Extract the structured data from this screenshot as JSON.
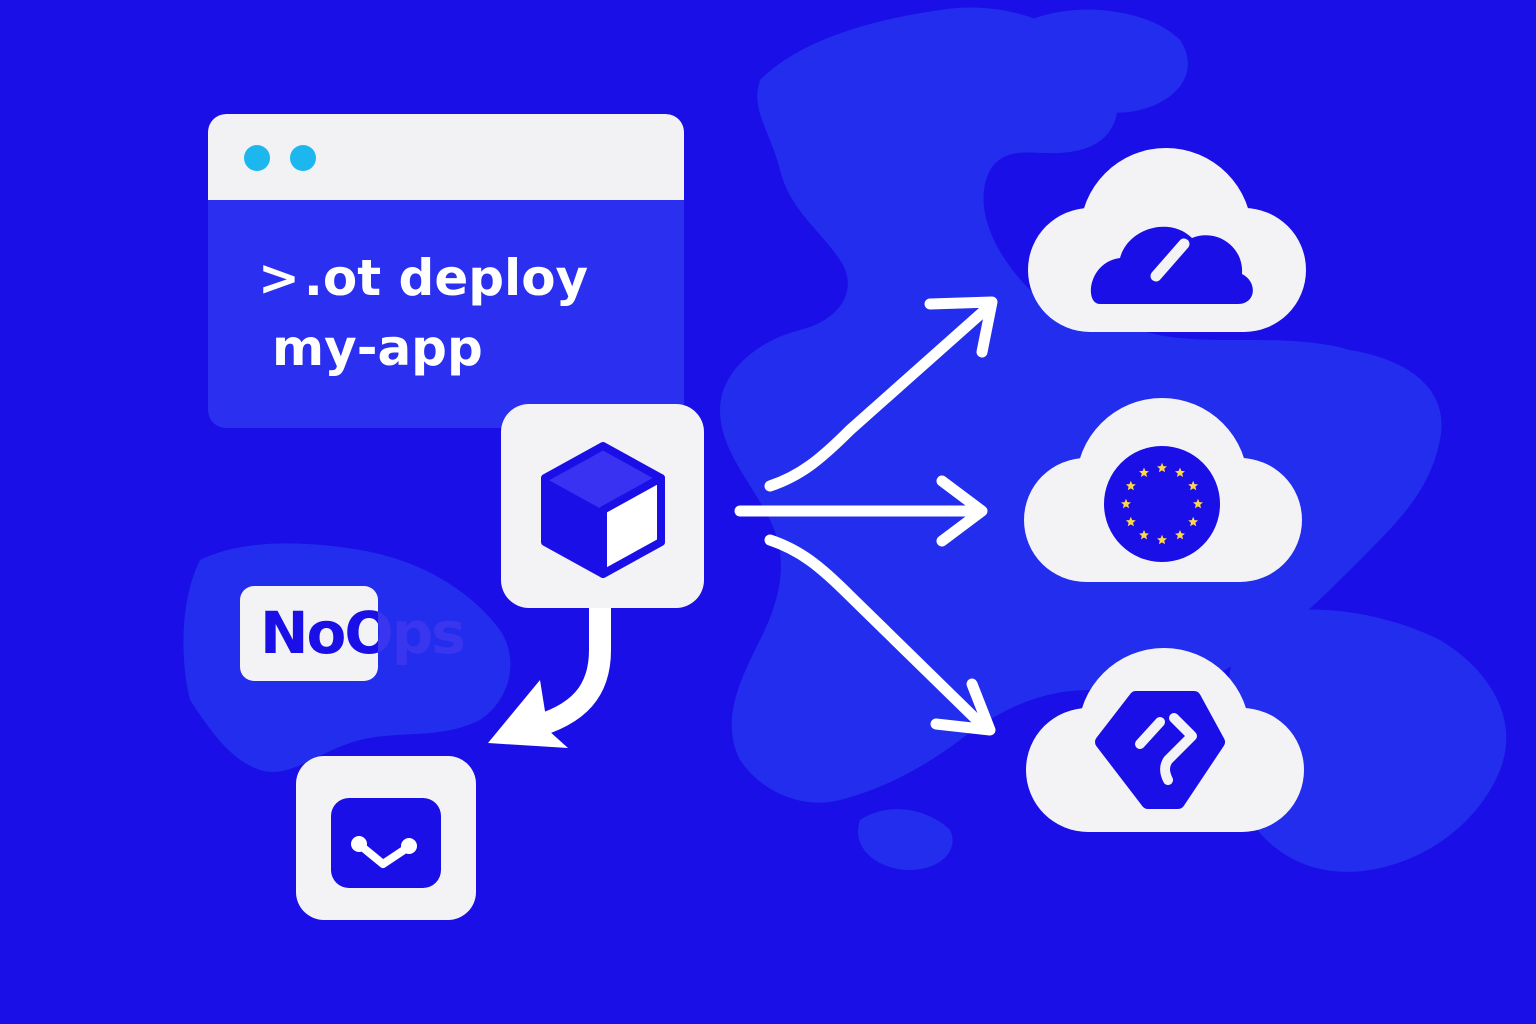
{
  "terminal": {
    "prompt_symbol": ">",
    "command_line_1": ".ot deploy",
    "command_line_2": "my-app"
  },
  "badge": {
    "label": "NoOps"
  },
  "icons": {
    "central": "package-cube-icon",
    "git": "git-branch-icon",
    "cloud_1": "cloud-slash-icon",
    "cloud_2": "cloud-eu-flag-icon",
    "cloud_3": "cloud-diamond-logo-icon"
  },
  "colors": {
    "background": "#1a0fe6",
    "map": "#2a34ee",
    "tile": "#f3f3f5",
    "accent_dot": "#1cb7ef",
    "eu_star": "#ffd84a"
  }
}
